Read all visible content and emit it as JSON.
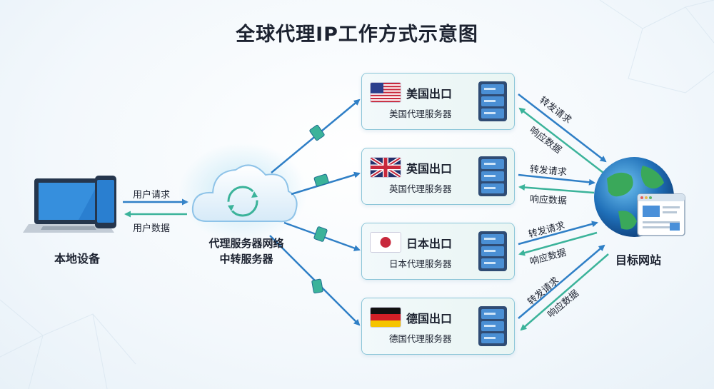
{
  "title": "全球代理IP工作方式示意图",
  "local_device": {
    "label": "本地设备"
  },
  "proxy": {
    "label_line1": "代理服务器网络",
    "label_line2": "中转服务器"
  },
  "target": {
    "label": "目标网站"
  },
  "user_flows": {
    "request": "用户请求",
    "data": "用户数据"
  },
  "exits": [
    {
      "country": "us",
      "title": "美国出口",
      "subtitle": "美国代理服务器"
    },
    {
      "country": "uk",
      "title": "英国出口",
      "subtitle": "英国代理服务器"
    },
    {
      "country": "jp",
      "title": "日本出口",
      "subtitle": "日本代理服务器"
    },
    {
      "country": "de",
      "title": "德国出口",
      "subtitle": "德国代理服务器"
    }
  ],
  "exit_flows": {
    "forward": "转发请求",
    "response": "响应数据"
  },
  "colors": {
    "request_arrow": "#2f7fc6",
    "response_arrow": "#3bb39a",
    "card_border": "#8cc6d8"
  },
  "icons": [
    "laptop-icon",
    "phone-icon",
    "cloud-sync-icon",
    "server-icon",
    "globe-icon",
    "webpage-icon",
    "packet-icon"
  ]
}
